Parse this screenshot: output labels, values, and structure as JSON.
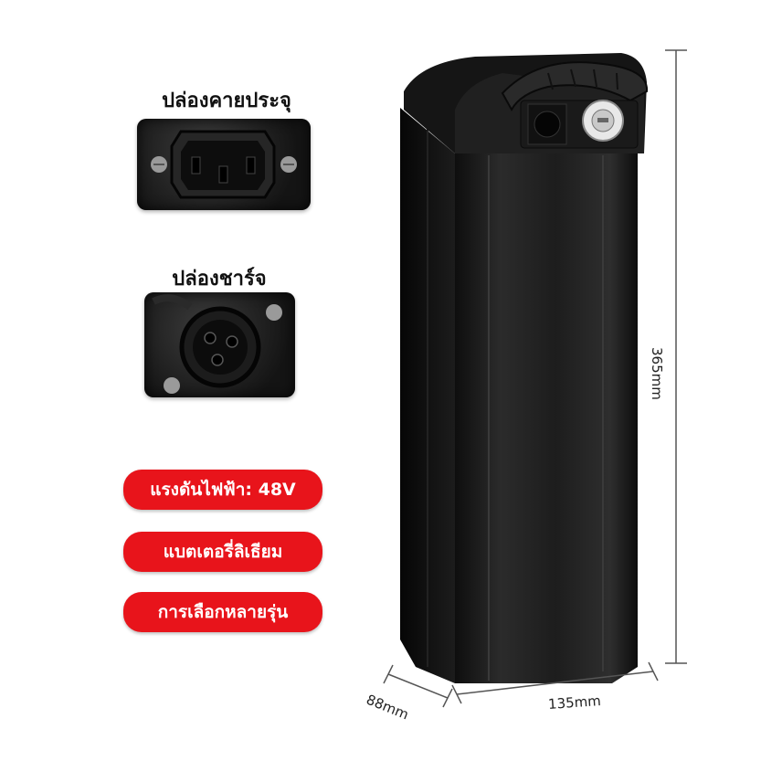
{
  "ports": {
    "discharge_label": "ปล่องคายประจุ",
    "charge_label": "ปล่องชาร์จ"
  },
  "features": [
    {
      "label": "แรงดันไฟฟ้า: 48V"
    },
    {
      "label": "แบตเตอรี่ลิเธียม"
    },
    {
      "label": "การเลือกหลายรุ่น"
    }
  ],
  "dimensions": {
    "height": "365mm",
    "width": "135mm",
    "depth": "88mm"
  },
  "colors": {
    "accent": "#e8141b",
    "battery": "#1a1a1a"
  }
}
